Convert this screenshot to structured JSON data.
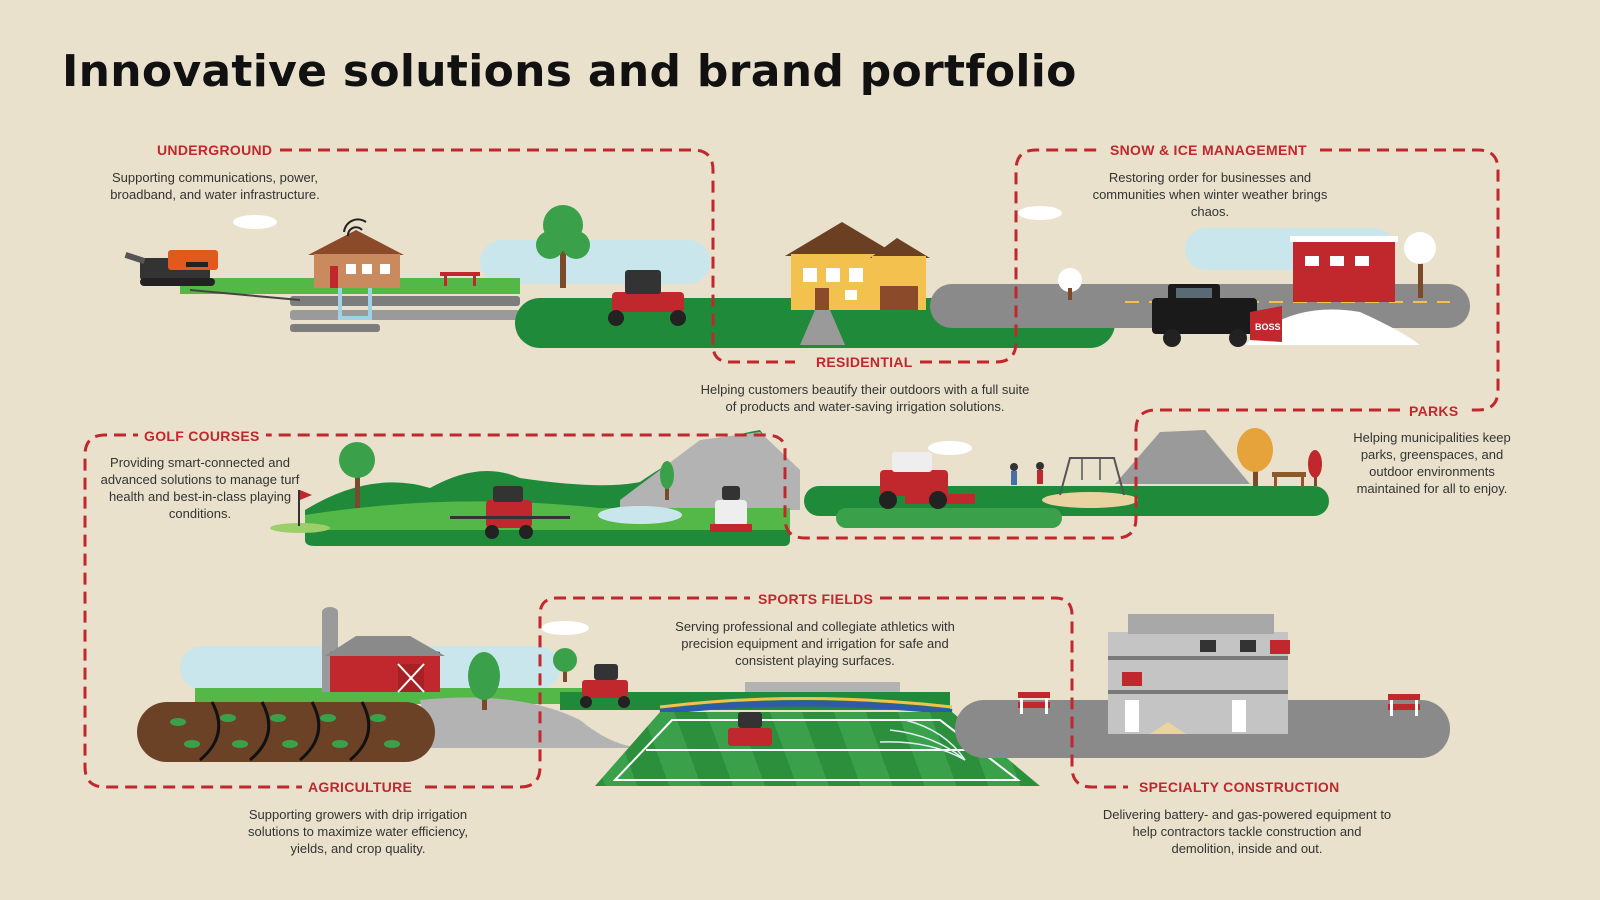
{
  "page": {
    "title": "Innovative solutions and brand portfolio"
  },
  "colors": {
    "background": "#e9e1cc",
    "accent_red": "#c0282d",
    "grass_green": "#1f8a3a",
    "light_green": "#54b848",
    "road_gray": "#8a8a8a",
    "sky_blue": "#c9e6ec",
    "soil_brown": "#6b4226"
  },
  "segments": {
    "underground": {
      "heading": "UNDERGROUND",
      "description": "Supporting communications, power, broadband, and water infrastructure.",
      "icon": "directional-drill-icon"
    },
    "residential": {
      "heading": "RESIDENTIAL",
      "description": "Helping customers beautify their outdoors with a full suite of products and water-saving irrigation solutions.",
      "icon": "house-icon"
    },
    "snow": {
      "heading": "SNOW & ICE MANAGEMENT",
      "description": "Restoring order for businesses and communities when winter weather brings chaos.",
      "icon": "snowplow-truck-icon",
      "plow_label": "BOSS"
    },
    "parks": {
      "heading": "PARKS",
      "description": "Helping municipalities keep parks, greenspaces, and outdoor environments maintained for all to enjoy.",
      "icon": "park-mower-icon"
    },
    "golf": {
      "heading": "GOLF COURSES",
      "description": "Providing smart-connected and advanced solutions to manage turf health and best-in-class playing conditions.",
      "icon": "golf-flag-icon"
    },
    "sports": {
      "heading": "SPORTS FIELDS",
      "description": "Serving professional and collegiate athletics with precision equipment and irrigation for safe and consistent playing surfaces.",
      "icon": "stadium-field-icon"
    },
    "agriculture": {
      "heading": "AGRICULTURE",
      "description": "Supporting growers with drip irrigation solutions to maximize water efficiency, yields, and crop quality.",
      "icon": "barn-icon"
    },
    "construction": {
      "heading": "SPECIALTY CONSTRUCTION",
      "description": "Delivering battery- and gas-powered equipment to help contractors tackle construction and demolition, inside and out.",
      "icon": "building-icon"
    }
  }
}
